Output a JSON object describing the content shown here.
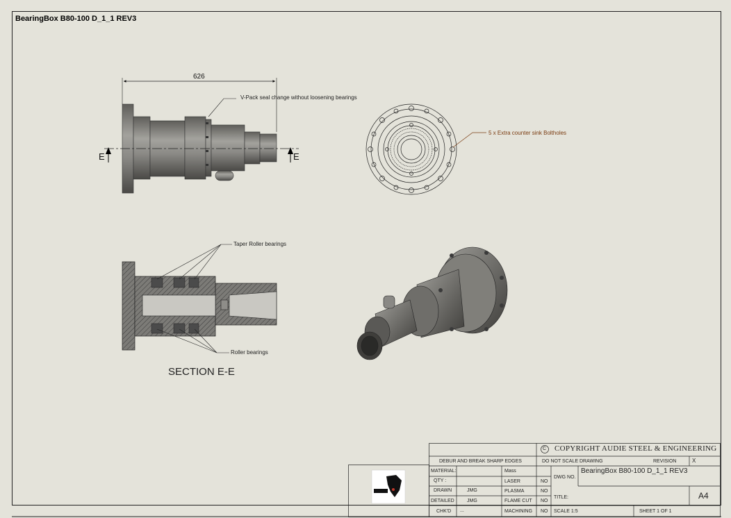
{
  "drawing_title": "BearingBox B80-100 D_1_1 REV3",
  "annotations": {
    "dim_length": "626",
    "vpack_note": "V-Pack seal change without loosening bearings",
    "boltholes_note": "5 x Extra counter sink Boltholes",
    "taper_note": "Taper Roller bearings",
    "roller_note": "Roller bearings",
    "section_label": "SECTION E-E",
    "section_marker_left": "E",
    "section_marker_right": "E"
  },
  "title_block": {
    "copyright_symbol": "C",
    "copyright": "COPYRIGHT AUDIE STEEL & ENGINEERING",
    "debur": "DEBUR AND BREAK SHARP EDGES",
    "do_not_scale": "DO NOT SCALE DRAWING",
    "revision_label": "REVISION",
    "revision_value": "X",
    "material_label": "MATERIAL:",
    "mass_label": "Mass",
    "qty_label": "QTY :",
    "laser_label": "LASER",
    "laser_value": "NO",
    "dwg_no_label": "DWG NO.",
    "dwg_no_value": "BearingBox B80-100 D_1_1 REV3",
    "drawn_label": "DRAWN",
    "drawn_value": "JMG",
    "plasma_label": "PLASMA",
    "plasma_value": "NO",
    "title_label": "TITLE:",
    "detailed_label": "DETAILED",
    "detailed_value": "JMG",
    "flame_cut_label": "FLAME CUT",
    "flame_cut_value": "NO",
    "sheet_size": "A4",
    "chkd_label": "CHK'D",
    "chkd_value": "...",
    "machining_label": "MACHINING",
    "machining_value": "NO",
    "scale": "SCALE 1:5",
    "sheet": "SHEET 1 OF 1"
  },
  "colors": {
    "background": "#e4e3da",
    "part_fill": "#8e8d89",
    "section_hatch": "#5c5c5c",
    "boltholes_note": "#7a3b10"
  }
}
